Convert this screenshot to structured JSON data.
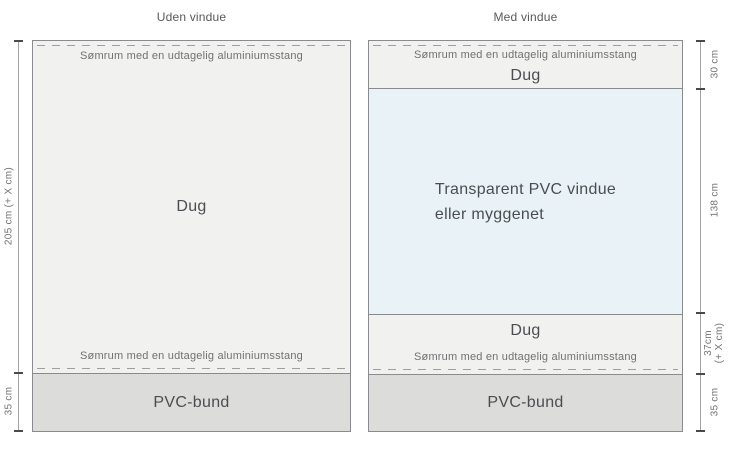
{
  "colors": {
    "border": "#898b8e",
    "dug_fill": "#f1f1f0",
    "window_fill": "#e9f3f7",
    "pvc_fill": "#dcdcdb",
    "dash": "#9c9e9f",
    "dimline": "#a0a2a3",
    "tick": "#4a4a4a",
    "text_dark": "#4b4d50",
    "text_mid": "#58595c",
    "text_small": "#6f7173"
  },
  "left_panel": {
    "title": "Uden vindue",
    "seam_top": "Sømrum med en udtagelig aluminiumsstang",
    "dug_label": "Dug",
    "seam_bottom": "Sømrum med en udtagelig aluminiumsstang",
    "pvc_label": "PVC-bund",
    "dim_main": "205 cm  (+ X cm)",
    "dim_bottom": "35 cm"
  },
  "right_panel": {
    "title": "Med vindue",
    "seam_top": "Sømrum med en udtagelig aluminiumsstang",
    "dug_top_label": "Dug",
    "window_line1": "Transparent PVC vindue",
    "window_line2": "eller myggenet",
    "dug_bottom_label": "Dug",
    "seam_bottom": "Sømrum med en udtagelig aluminiumsstang",
    "pvc_label": "PVC-bund",
    "dim_top": "30 cm",
    "dim_window": "138 cm",
    "dim_bottom_dug_line1": "37cm",
    "dim_bottom_dug_line2": "(+ X cm)",
    "dim_pvc": "35 cm"
  }
}
